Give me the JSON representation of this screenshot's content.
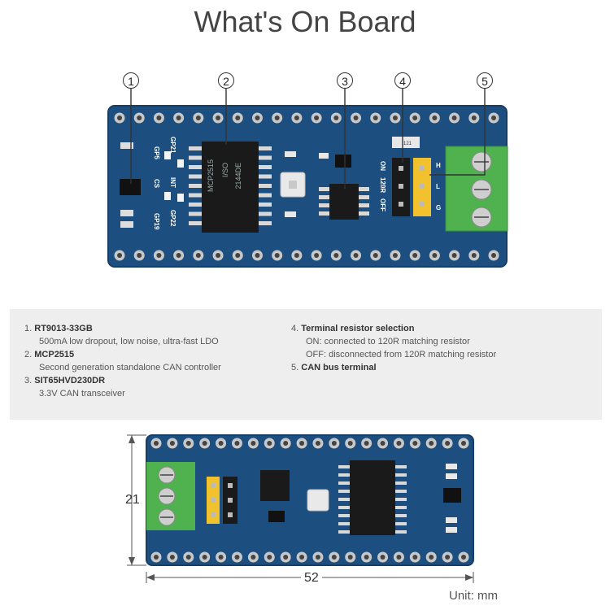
{
  "title": "What's On Board",
  "callouts": [
    "1",
    "2",
    "3",
    "4",
    "5"
  ],
  "top_board": {
    "chip_main_text": [
      "MCP2515",
      "I/SO",
      "2144DE"
    ],
    "silk_labels": [
      "GP5",
      "GP21",
      "CS",
      "INT",
      "GP19",
      "GP22",
      "ON",
      "120R",
      "OFF",
      "H",
      "L",
      "G",
      "121"
    ]
  },
  "legend": {
    "left": [
      {
        "num": "1.",
        "name": "RT9013-33GB",
        "desc": "500mA low dropout, low noise, ultra-fast LDO"
      },
      {
        "num": "2.",
        "name": "MCP2515",
        "desc": "Second generation standalone CAN controller"
      },
      {
        "num": "3.",
        "name": "SIT65HVD230DR",
        "desc": "3.3V CAN transceiver"
      }
    ],
    "right": [
      {
        "num": "4.",
        "name": "Terminal resistor selection",
        "lines": [
          "ON: connected to 120R matching resistor",
          "OFF: disconnected from 120R matching resistor"
        ]
      },
      {
        "num": "5.",
        "name": "CAN bus terminal"
      }
    ]
  },
  "dimensions": {
    "height": "21",
    "width": "52",
    "unit": "Unit: mm"
  },
  "colors": {
    "pcb": "#1c4f80",
    "pcb_edge": "#163e66",
    "terminal": "#4fb24f",
    "header_yellow": "#f2c12e"
  }
}
